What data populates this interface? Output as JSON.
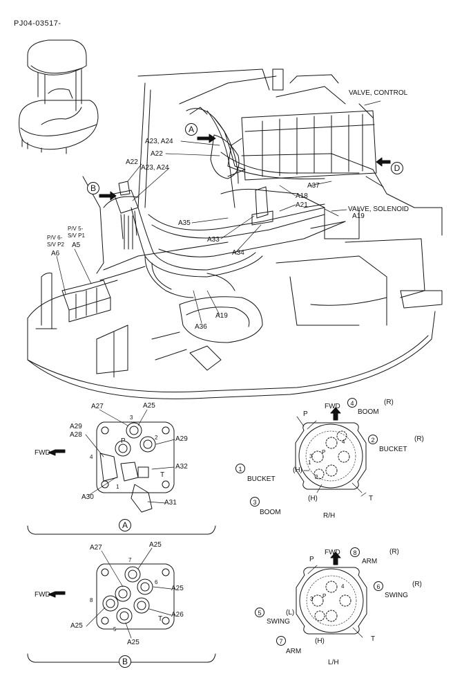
{
  "doc_id": "PJ04-03517-",
  "main_labels": {
    "valve_control": "VALVE, CONTROL",
    "valve_solenoid": "VALVE, SOLENOID",
    "a23_a24_top": "A23, A24",
    "a22_top": "A22",
    "a22_left": "A22",
    "a23_a24_left": "A23, A24",
    "a37": "A37",
    "a18": "A18",
    "a21": "A21",
    "a19_right": "A19",
    "a35": "A35",
    "a33": "A33",
    "a34": "A34",
    "a36": "A36",
    "a19_bottom": "A19",
    "pv5": "P/V 5-",
    "sv_p1": "S/V P1",
    "a5": "A5",
    "pv6": "P/V 6-",
    "sv_p2": "S/V P2",
    "a6": "A6"
  },
  "callouts": {
    "a": "A",
    "b": "B",
    "d": "D"
  },
  "fwd": "FWD",
  "view_a": {
    "caption": "A",
    "a27": "A27",
    "a25": "A25",
    "a29_l": "A29",
    "a28": "A28",
    "a29_r": "A29",
    "a32": "A32",
    "a30": "A30",
    "a31": "A31",
    "p": "P",
    "t": "T",
    "n1": "1",
    "n2": "2",
    "n3": "3",
    "n4": "4"
  },
  "rh": {
    "caption": "R/H",
    "p": "P",
    "t": "T",
    "h_left": "(H)",
    "h_bottom": "(H)",
    "c4": "4",
    "c2": "2",
    "c1": "1",
    "c3": "3",
    "boom_r": "BOOM",
    "r1": "(R)",
    "bucket_r": "BUCKET",
    "r2": "(R)",
    "bucket_l": "BUCKET",
    "boom_l": "BOOM",
    "i1": "1",
    "i2": "2",
    "i3": "3",
    "i4": "4",
    "ip": "P"
  },
  "view_b": {
    "caption": "B",
    "a27": "A27",
    "a25_tr": "A25",
    "a25_r": "A25",
    "a26": "A26",
    "a25_l": "A25",
    "a25_b": "A25",
    "n5": "5",
    "n6": "6",
    "n7": "7",
    "n8": "8",
    "t": "T"
  },
  "lh": {
    "caption": "L/H",
    "p": "P",
    "t": "T",
    "l": "(L)",
    "h": "(H)",
    "c8": "8",
    "c6": "6",
    "c5": "5",
    "c7": "7",
    "arm_r": "ARM",
    "r1": "(R)",
    "swing_r": "SWING",
    "r2": "(R)",
    "swing_l": "SWING",
    "arm_l": "ARM",
    "i4": "4",
    "i3": "3",
    "ip": "P"
  }
}
